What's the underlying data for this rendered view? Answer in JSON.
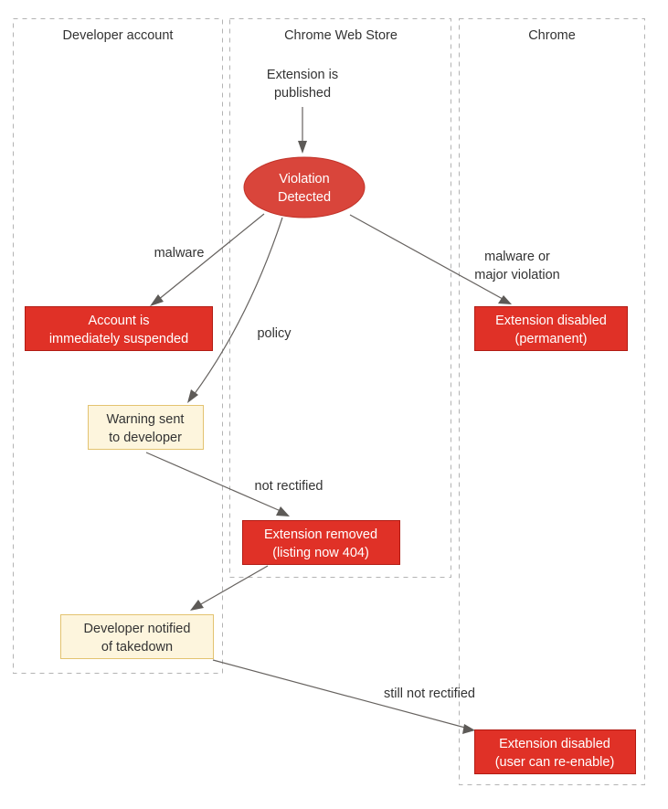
{
  "diagram": {
    "type": "flowchart",
    "orientation": "top-down",
    "background_color": "#ffffff",
    "lanes": [
      {
        "id": "lane-developer-account",
        "title": "Developer account"
      },
      {
        "id": "lane-chrome-web-store",
        "title": "Chrome Web Store"
      },
      {
        "id": "lane-chrome",
        "title": "Chrome"
      }
    ],
    "free_text": [
      {
        "id": "extension-published",
        "lines": [
          "Extension is",
          "published"
        ]
      }
    ],
    "nodes": [
      {
        "id": "violation-detected",
        "shape": "ellipse",
        "lane": "lane-chrome-web-store",
        "lines": [
          "Violation",
          "Detected"
        ],
        "fill": "#d9453b",
        "text_color": "#ffffff"
      },
      {
        "id": "account-suspended",
        "shape": "rect",
        "lane": "lane-developer-account",
        "lines": [
          "Account is",
          "immediately suspended"
        ],
        "fill": "#e03127",
        "text_color": "#ffffff"
      },
      {
        "id": "extension-disabled-permanent",
        "shape": "rect",
        "lane": "lane-chrome",
        "lines": [
          "Extension disabled",
          "(permanent)"
        ],
        "fill": "#e03127",
        "text_color": "#ffffff"
      },
      {
        "id": "warning-sent",
        "shape": "rect",
        "lane": "lane-developer-account",
        "lines": [
          "Warning sent",
          "to developer"
        ],
        "fill": "#fdf5dd",
        "text_color": "#333333"
      },
      {
        "id": "extension-removed",
        "shape": "rect",
        "lane": "lane-chrome-web-store",
        "lines": [
          "Extension removed",
          "(listing now 404)"
        ],
        "fill": "#e03127",
        "text_color": "#ffffff"
      },
      {
        "id": "developer-notified",
        "shape": "rect",
        "lane": "lane-developer-account",
        "lines": [
          "Developer notified",
          "of takedown"
        ],
        "fill": "#fdf5dd",
        "text_color": "#333333"
      },
      {
        "id": "extension-disabled-reenable",
        "shape": "rect",
        "lane": "lane-chrome",
        "lines": [
          "Extension disabled",
          "(user can re-enable)"
        ],
        "fill": "#e03127",
        "text_color": "#ffffff"
      }
    ],
    "edges": [
      {
        "id": "edge-published-to-violation",
        "from": "extension-published",
        "to": "violation-detected",
        "label": ""
      },
      {
        "id": "edge-violation-to-suspended",
        "from": "violation-detected",
        "to": "account-suspended",
        "label": "malware"
      },
      {
        "id": "edge-violation-to-warning",
        "from": "violation-detected",
        "to": "warning-sent",
        "label": "policy"
      },
      {
        "id": "edge-violation-to-disabled-permanent",
        "from": "violation-detected",
        "to": "extension-disabled-permanent",
        "label": "malware or\nmajor violation",
        "label_lines": [
          "malware or",
          "major violation"
        ]
      },
      {
        "id": "edge-warning-to-removed",
        "from": "warning-sent",
        "to": "extension-removed",
        "label": "not rectified"
      },
      {
        "id": "edge-removed-to-notified",
        "from": "extension-removed",
        "to": "developer-notified",
        "label": ""
      },
      {
        "id": "edge-notified-to-disabled-reenable",
        "from": "developer-notified",
        "to": "extension-disabled-reenable",
        "label": "still not rectified"
      }
    ]
  }
}
